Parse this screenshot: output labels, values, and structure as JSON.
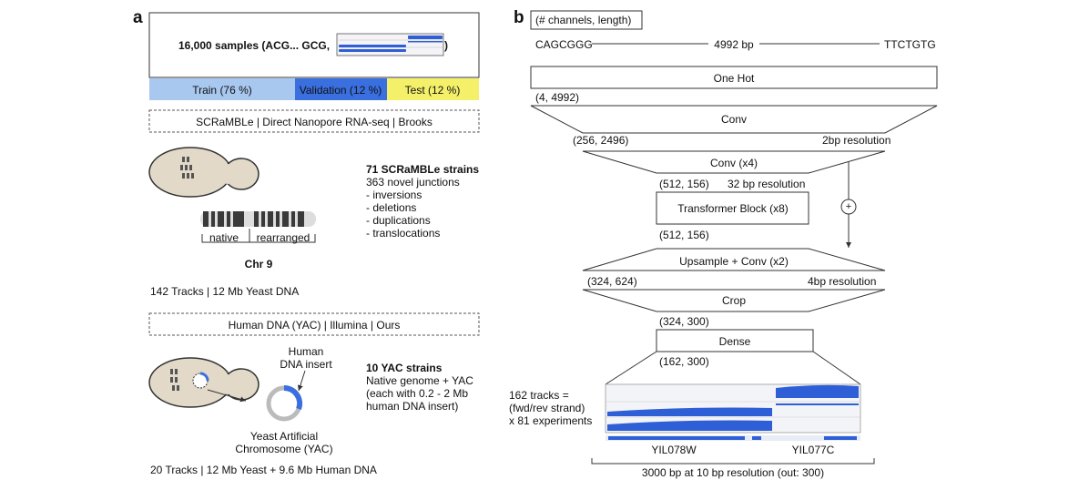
{
  "panel_a": {
    "label": "a",
    "samples_prefix": "16,000 samples (ACG... GCG,",
    "samples_suffix": ")",
    "split": {
      "train": "Train (76 %)",
      "validation": "Validation (12 %)",
      "test": "Test (12 %)"
    },
    "colors": {
      "train": "#a8c8f0",
      "validation": "#3a6fe0",
      "test": "#f4f06a",
      "insert": "#3b6fe0"
    },
    "dataset1": {
      "header": "SCRaMBLe | Direct Nanopore RNA-seq | Brooks",
      "strains_title": "71 SCRaMBLe strains",
      "strains_lines": [
        "363 novel junctions",
        "- inversions",
        "- deletions",
        "- duplications",
        "- translocations"
      ],
      "native": "native",
      "rearranged": "rearranged",
      "chr": "Chr 9",
      "footer": "142 Tracks | 12 Mb Yeast DNA"
    },
    "dataset2": {
      "header": "Human DNA (YAC) | Illumina | Ours",
      "insert_label": "Human\nDNA insert",
      "strains_title": "10 YAC strains",
      "strains_lines": [
        "Native genome + YAC",
        "(each with 0.2 - 2 Mb",
        "human DNA insert)"
      ],
      "yac_label": "Yeast Artificial\nChromosome (YAC)",
      "footer": "20 Tracks | 12 Mb Yeast + 9.6 Mb Human DNA"
    }
  },
  "panel_b": {
    "label": "b",
    "legend": "(# channels, length)",
    "seq_start": "CAGCGGG",
    "seq_len": "4992 bp",
    "seq_end": "TTCTGTG",
    "layers": {
      "onehot": "One Hot",
      "conv": "Conv",
      "conv4": "Conv (x4)",
      "transformer": "Transformer Block (x8)",
      "upsample": "Upsample + Conv (x2)",
      "crop": "Crop",
      "dense": "Dense"
    },
    "shapes": {
      "s1": "(4, 4992)",
      "s2": "(256, 2496)",
      "s3": "(512,  156)",
      "s4": "(512,  156)",
      "s5": "(324,  624)",
      "s6": "(324,  300)",
      "s7": "(162,  300)"
    },
    "resolutions": {
      "r1": "2bp resolution",
      "r2": "32 bp resolution",
      "r3": "4bp resolution"
    },
    "plus": "+",
    "tracks_label": "162 tracks =\n(fwd/rev strand)\nx 81 experiments",
    "gene1": "YIL078W",
    "gene2": "YIL077C",
    "footer": "3000 bp at 10 bp resolution (out: 300)",
    "track_color": "#2f5fd6"
  }
}
